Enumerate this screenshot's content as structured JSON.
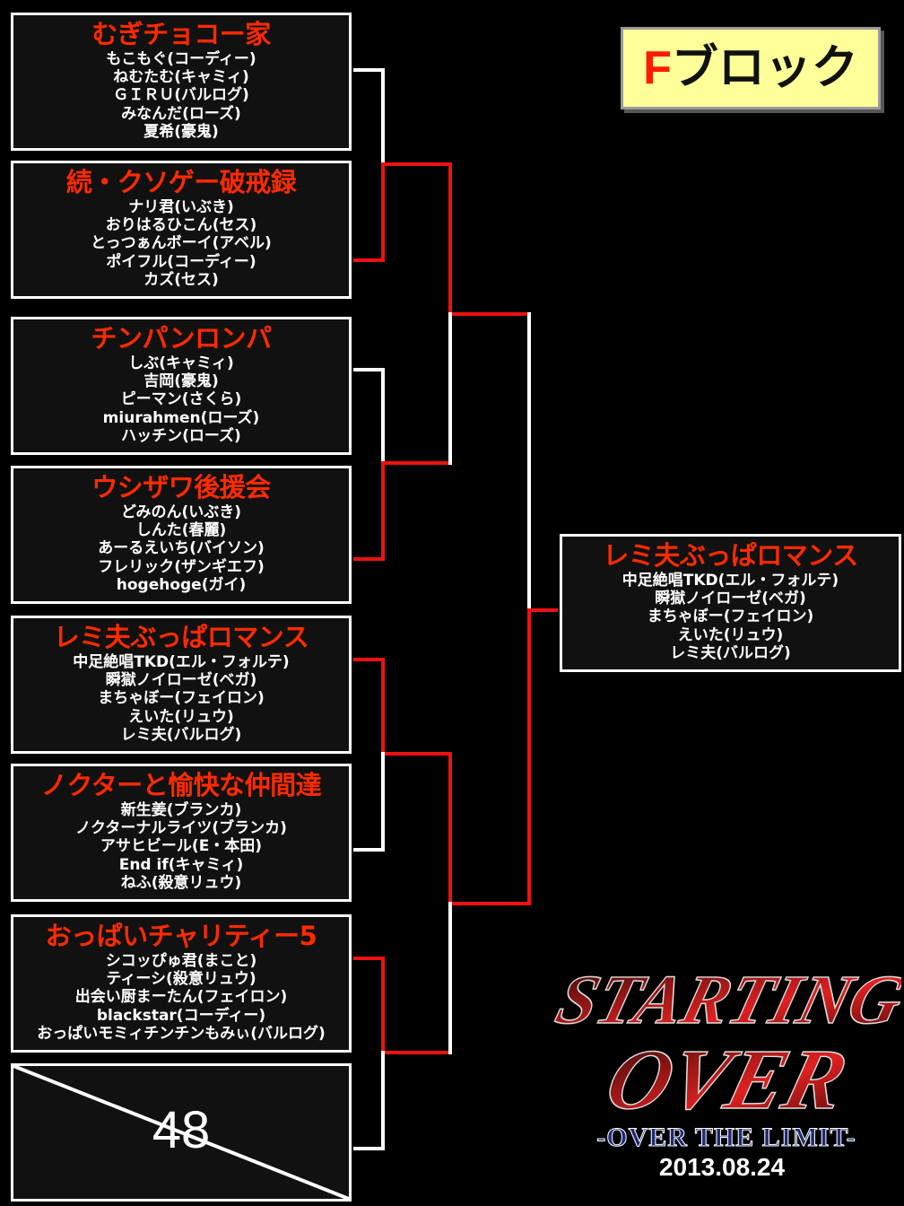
{
  "block": {
    "letter": "F",
    "rest": "ブロック"
  },
  "teams": [
    {
      "name": "むぎチョコー家",
      "members": [
        "もこもぐ(コーディー)",
        "ねむたむ(キャミィ)",
        "ＧＩＲＵ(バルログ)",
        "みなんだ(ローズ)",
        "夏希(豪鬼)"
      ]
    },
    {
      "name": "続・クソゲー破戒録",
      "members": [
        "ナリ君(いぶき)",
        "おりはるひこん(セス)",
        "とっつぁんボーイ(アベル)",
        "ポイフル(コーディー)",
        "カズ(セス)"
      ]
    },
    {
      "name": "チンパンロンパ",
      "members": [
        "しぶ(キャミィ)",
        "吉岡(豪鬼)",
        "ピーマン(さくら)",
        "miurahmen(ローズ)",
        "ハッチン(ローズ)"
      ]
    },
    {
      "name": "ウシザワ後援会",
      "members": [
        "どみのん(いぶき)",
        "しんた(春麗)",
        "あーるえいち(バイソン)",
        "フレリック(ザンギエフ)",
        "hogehoge(ガイ)"
      ]
    },
    {
      "name": "レミ夫ぶっぱロマンス",
      "members": [
        "中足絶唱TKD(エル・フォルテ)",
        "瞬獄ノイローゼ(ベガ)",
        "まちゃぼー(フェイロン)",
        "えいた(リュウ)",
        "レミ夫(バルログ)"
      ]
    },
    {
      "name": "ノクターと愉快な仲間達",
      "members": [
        "新生姜(ブランカ)",
        "ノクターナルライツ(ブランカ)",
        "アサヒビール(E・本田)",
        "End if(キャミィ)",
        "ねふ(殺意リュウ)"
      ]
    },
    {
      "name": "おっぱいチャリティー5",
      "members": [
        "シコッぴゅ君(まこと)",
        "ティーシ(殺意リュウ)",
        "出会い厨まーたん(フェイロン)",
        "blackstar(コーディー)",
        "おっぱいモミィチンチンもみぃ(バルログ)"
      ]
    }
  ],
  "bye_seed": "48",
  "winner": {
    "name": "レミ夫ぶっぱロマンス",
    "members": [
      "中足絶唱TKD(エル・フォルテ)",
      "瞬獄ノイローゼ(ベガ)",
      "まちゃぼー(フェイロン)",
      "えいた(リュウ)",
      "レミ夫(バルログ)"
    ]
  },
  "logo": {
    "title": "STARTING OVER",
    "subtitle": "-OVER THE LIMIT-"
  },
  "date": "2013.08.24",
  "colors": {
    "win_line": "#ee1111",
    "line": "#ffffff",
    "team_name": "#ff2a00",
    "label_bg": "#ffff99"
  }
}
